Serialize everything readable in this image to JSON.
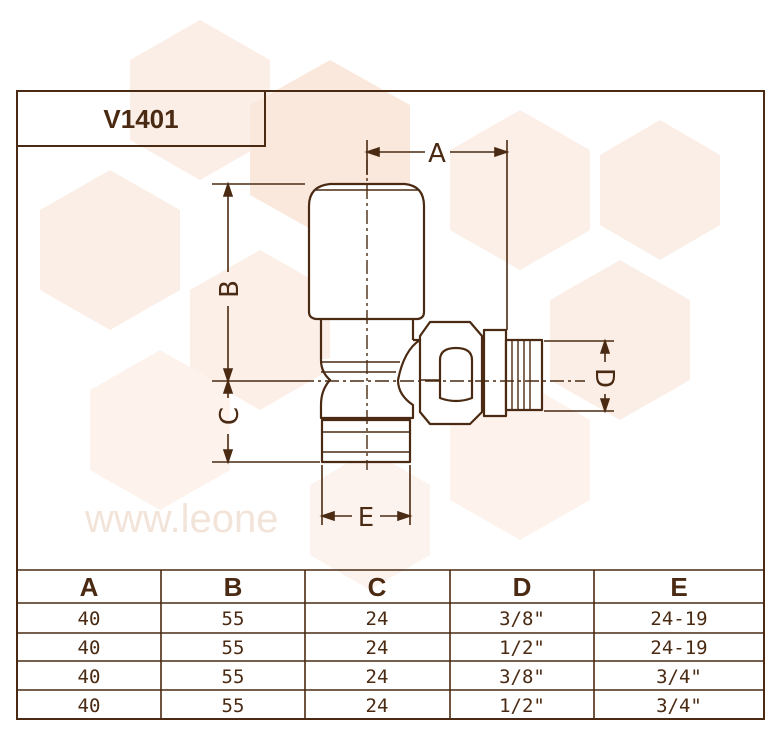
{
  "model": "V1401",
  "watermark": "www.leone",
  "dimensions": {
    "a": "A",
    "b": "B",
    "c": "C",
    "d": "D",
    "e": "E"
  },
  "table": {
    "headers": [
      "A",
      "B",
      "C",
      "D",
      "E"
    ],
    "rows": [
      [
        "40",
        "55",
        "24",
        "3/8\"",
        "24-19"
      ],
      [
        "40",
        "55",
        "24",
        "1/2\"",
        "24-19"
      ],
      [
        "40",
        "55",
        "24",
        "3/8\"",
        "3/4\""
      ],
      [
        "40",
        "55",
        "24",
        "1/2\"",
        "3/4\""
      ]
    ]
  },
  "colors": {
    "line": "#4a2a12",
    "watermark": "#f6e6dc"
  }
}
